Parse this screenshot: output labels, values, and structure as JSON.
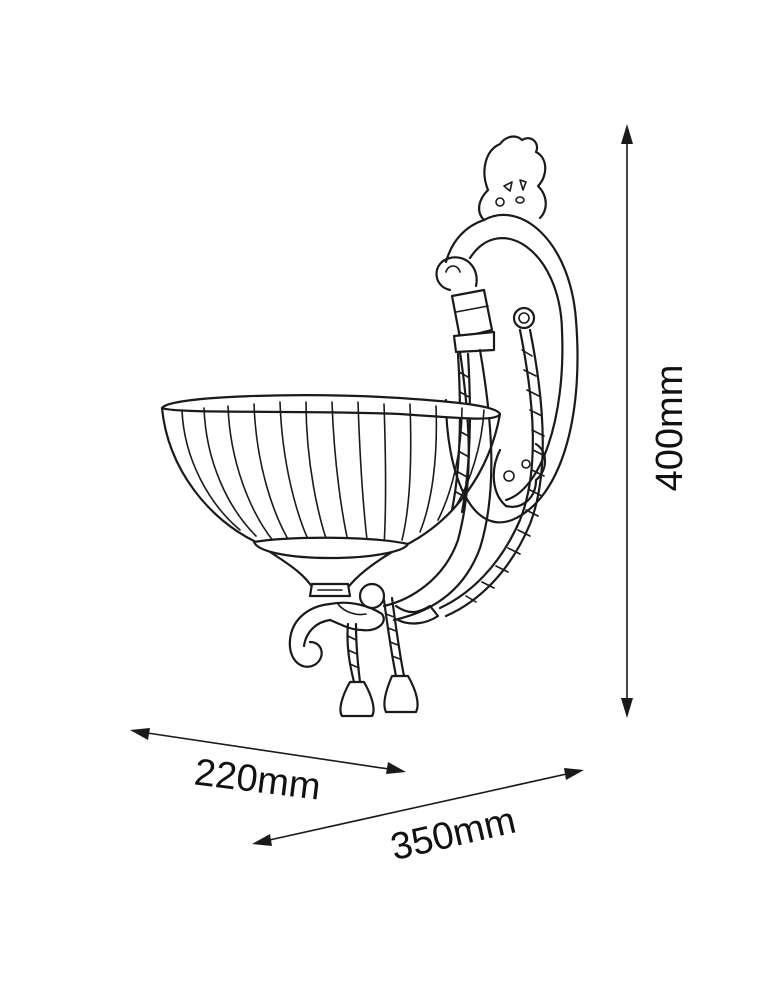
{
  "dimensions": {
    "height": "400mm",
    "depth": "220mm",
    "width": "350mm"
  }
}
